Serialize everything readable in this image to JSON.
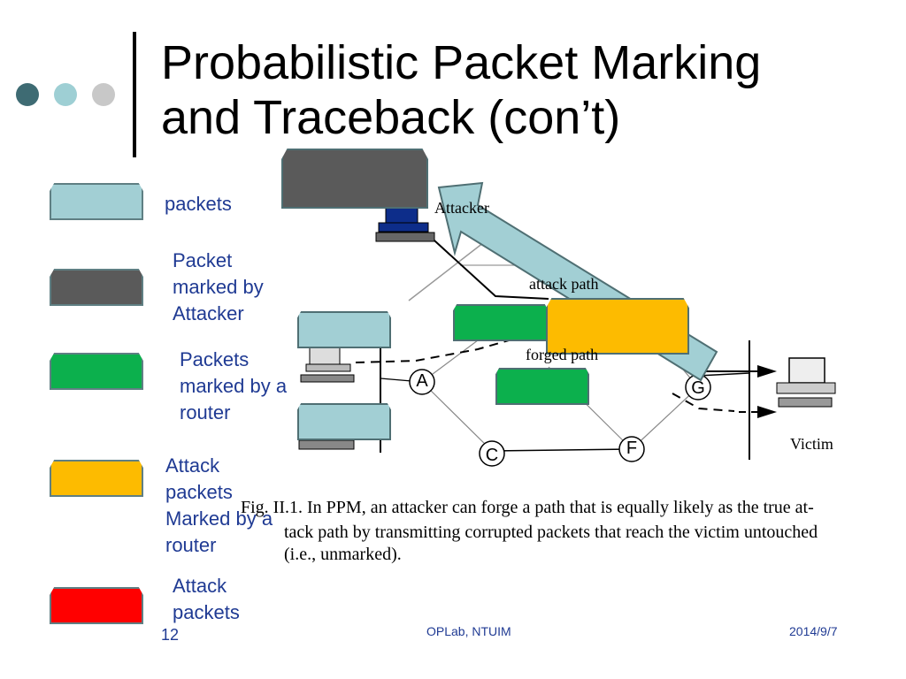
{
  "slide": {
    "title_line1": "Probabilistic Packet Marking",
    "title_line2": "and Traceback (con’t)"
  },
  "colors": {
    "dot_dark": "#3e6b73",
    "dot_mid": "#9ecfd4",
    "dot_light": "#c8c8c8",
    "packet": "#a2cfd4",
    "attacker_marked": "#5a5a5a",
    "router_marked": "#0cb04d",
    "attack_router_marked": "#fdbb00",
    "attack": "#ff0000",
    "label_text": "#1f3a93"
  },
  "legend": [
    {
      "label": "packets"
    },
    {
      "label": "Packet marked by Attacker"
    },
    {
      "label": "Packets marked by a router"
    },
    {
      "label": "Attack packets Marked by a router"
    },
    {
      "label": "Attack packets"
    }
  ],
  "diagram": {
    "nodes": {
      "a": "A",
      "c": "C",
      "f": "F",
      "g": "G"
    },
    "labels": {
      "attacker": "Attacker",
      "attack_path": "attack path",
      "forged_path": "forged path",
      "victim": "Victim"
    }
  },
  "caption": {
    "line1": "Fig. II.1.  In PPM, an attacker can forge a path that is equally likely as the true at-",
    "line2": "tack path by transmitting corrupted packets that reach the victim untouched",
    "line3": "(i.e., unmarked)."
  },
  "footer": {
    "page": "12",
    "center": "OPLab, NTUIM",
    "date": "2014/9/7"
  }
}
